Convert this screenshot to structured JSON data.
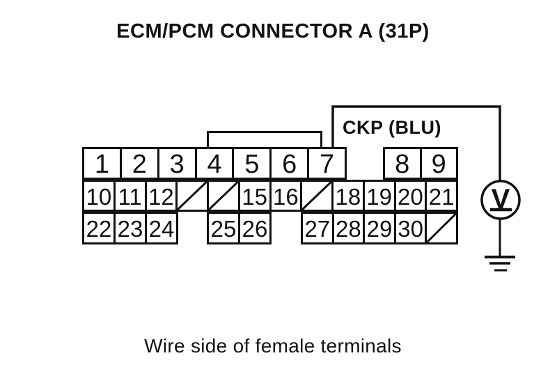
{
  "title": "ECM/PCM CONNECTOR A (31P)",
  "caption": "Wire side of female terminals",
  "wire_label": "CKP (BLU)",
  "colors": {
    "ink": "#121212",
    "background": "#ffffff"
  },
  "connector": {
    "name": "ECM/PCM Connector A (31P)",
    "row1_left": [
      "1",
      "2",
      "3",
      "4",
      "5",
      "6",
      "7"
    ],
    "row1_right": [
      "8",
      "9"
    ],
    "row2": [
      "10",
      "11",
      "12",
      "/",
      "/",
      "15",
      "16",
      "/",
      "18",
      "19",
      "20",
      "21"
    ],
    "row3_blocks": [
      [
        "22",
        "23",
        "24"
      ],
      [
        "25",
        "26"
      ],
      [
        "27",
        "28",
        "29",
        "30",
        "/"
      ]
    ],
    "blocked_marker": "/"
  },
  "meter": {
    "symbol": "V",
    "kind": "voltmeter",
    "connected_pin": "7",
    "ground": true
  }
}
